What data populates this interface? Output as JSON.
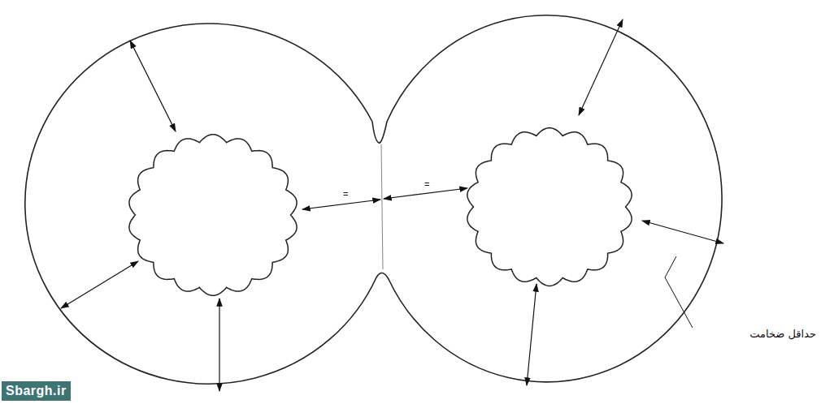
{
  "diagram": {
    "labels": [
      "=",
      "=",
      "حداقل ضخامت",
      "Sbargh.ir"
    ]
  }
}
